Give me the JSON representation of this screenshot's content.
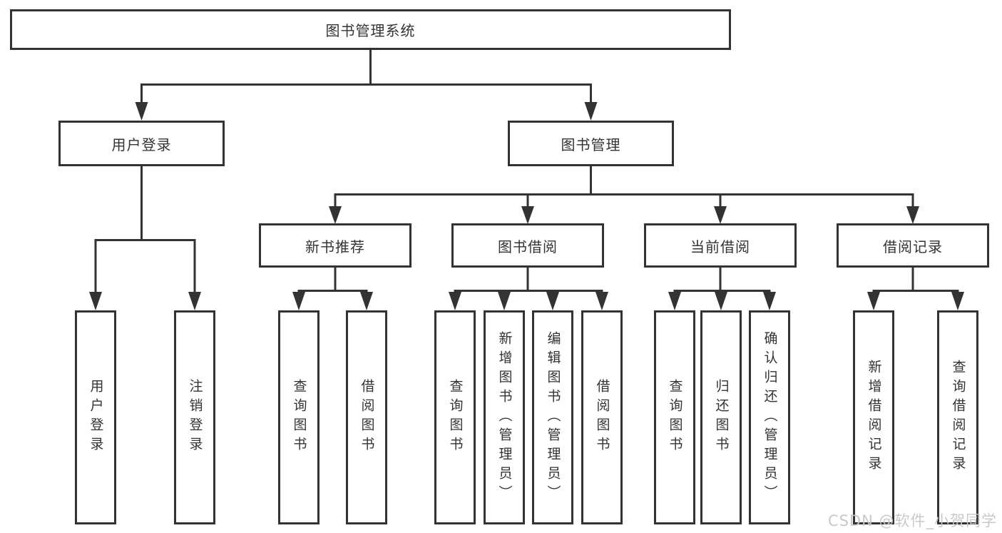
{
  "diagram": {
    "type": "tree",
    "title": "图书管理系统",
    "nodes": {
      "root": {
        "label": "图书管理系统",
        "level": 1
      },
      "user_login": {
        "label": "用户登录",
        "level": 2
      },
      "book_mgmt": {
        "label": "图书管理",
        "level": 2
      },
      "new_book_rec": {
        "label": "新书推荐",
        "level": 3
      },
      "book_borrow": {
        "label": "图书借阅",
        "level": 3
      },
      "current_borrow": {
        "label": "当前借阅",
        "level": 3
      },
      "borrow_record": {
        "label": "借阅记录",
        "level": 3
      },
      "user_login_leaf": {
        "label": "用户登录",
        "level": 4
      },
      "logout_leaf": {
        "label": "注销登录",
        "level": 4
      },
      "rec_query_book": {
        "label": "查询图书",
        "level": 4
      },
      "rec_borrow_book": {
        "label": "借阅图书",
        "level": 4
      },
      "bb_query_book": {
        "label": "查询图书",
        "level": 4
      },
      "bb_add_book": {
        "label": "新增图书（管理员）",
        "level": 4
      },
      "bb_edit_book": {
        "label": "编辑图书（管理员）",
        "level": 4
      },
      "bb_borrow_book": {
        "label": "借阅图书",
        "level": 4
      },
      "cb_query_book": {
        "label": "查询图书",
        "level": 4
      },
      "cb_return_book": {
        "label": "归还图书",
        "level": 4
      },
      "cb_confirm_return": {
        "label": "确认归还（管理员）",
        "level": 4
      },
      "br_add_record": {
        "label": "新增借阅记录",
        "level": 4
      },
      "br_query_record": {
        "label": "查询借阅记录",
        "level": 4
      }
    },
    "edges": [
      {
        "from": "root",
        "to": "user_login"
      },
      {
        "from": "root",
        "to": "book_mgmt"
      },
      {
        "from": "user_login",
        "to": "user_login_leaf"
      },
      {
        "from": "user_login",
        "to": "logout_leaf"
      },
      {
        "from": "book_mgmt",
        "to": "new_book_rec"
      },
      {
        "from": "book_mgmt",
        "to": "book_borrow"
      },
      {
        "from": "book_mgmt",
        "to": "current_borrow"
      },
      {
        "from": "book_mgmt",
        "to": "borrow_record"
      },
      {
        "from": "new_book_rec",
        "to": "rec_query_book"
      },
      {
        "from": "new_book_rec",
        "to": "rec_borrow_book"
      },
      {
        "from": "book_borrow",
        "to": "bb_query_book"
      },
      {
        "from": "book_borrow",
        "to": "bb_add_book"
      },
      {
        "from": "book_borrow",
        "to": "bb_edit_book"
      },
      {
        "from": "book_borrow",
        "to": "bb_borrow_book"
      },
      {
        "from": "current_borrow",
        "to": "cb_query_book"
      },
      {
        "from": "current_borrow",
        "to": "cb_return_book"
      },
      {
        "from": "current_borrow",
        "to": "cb_confirm_return"
      },
      {
        "from": "borrow_record",
        "to": "br_add_record"
      },
      {
        "from": "borrow_record",
        "to": "br_query_record"
      }
    ],
    "colors": {
      "line": "#333333",
      "text": "#333333",
      "box_background": "#ffffff",
      "watermark": "#c6c6c6",
      "page_background": "#ffffff"
    },
    "watermark": "CSDN @软件_小贺同学"
  }
}
